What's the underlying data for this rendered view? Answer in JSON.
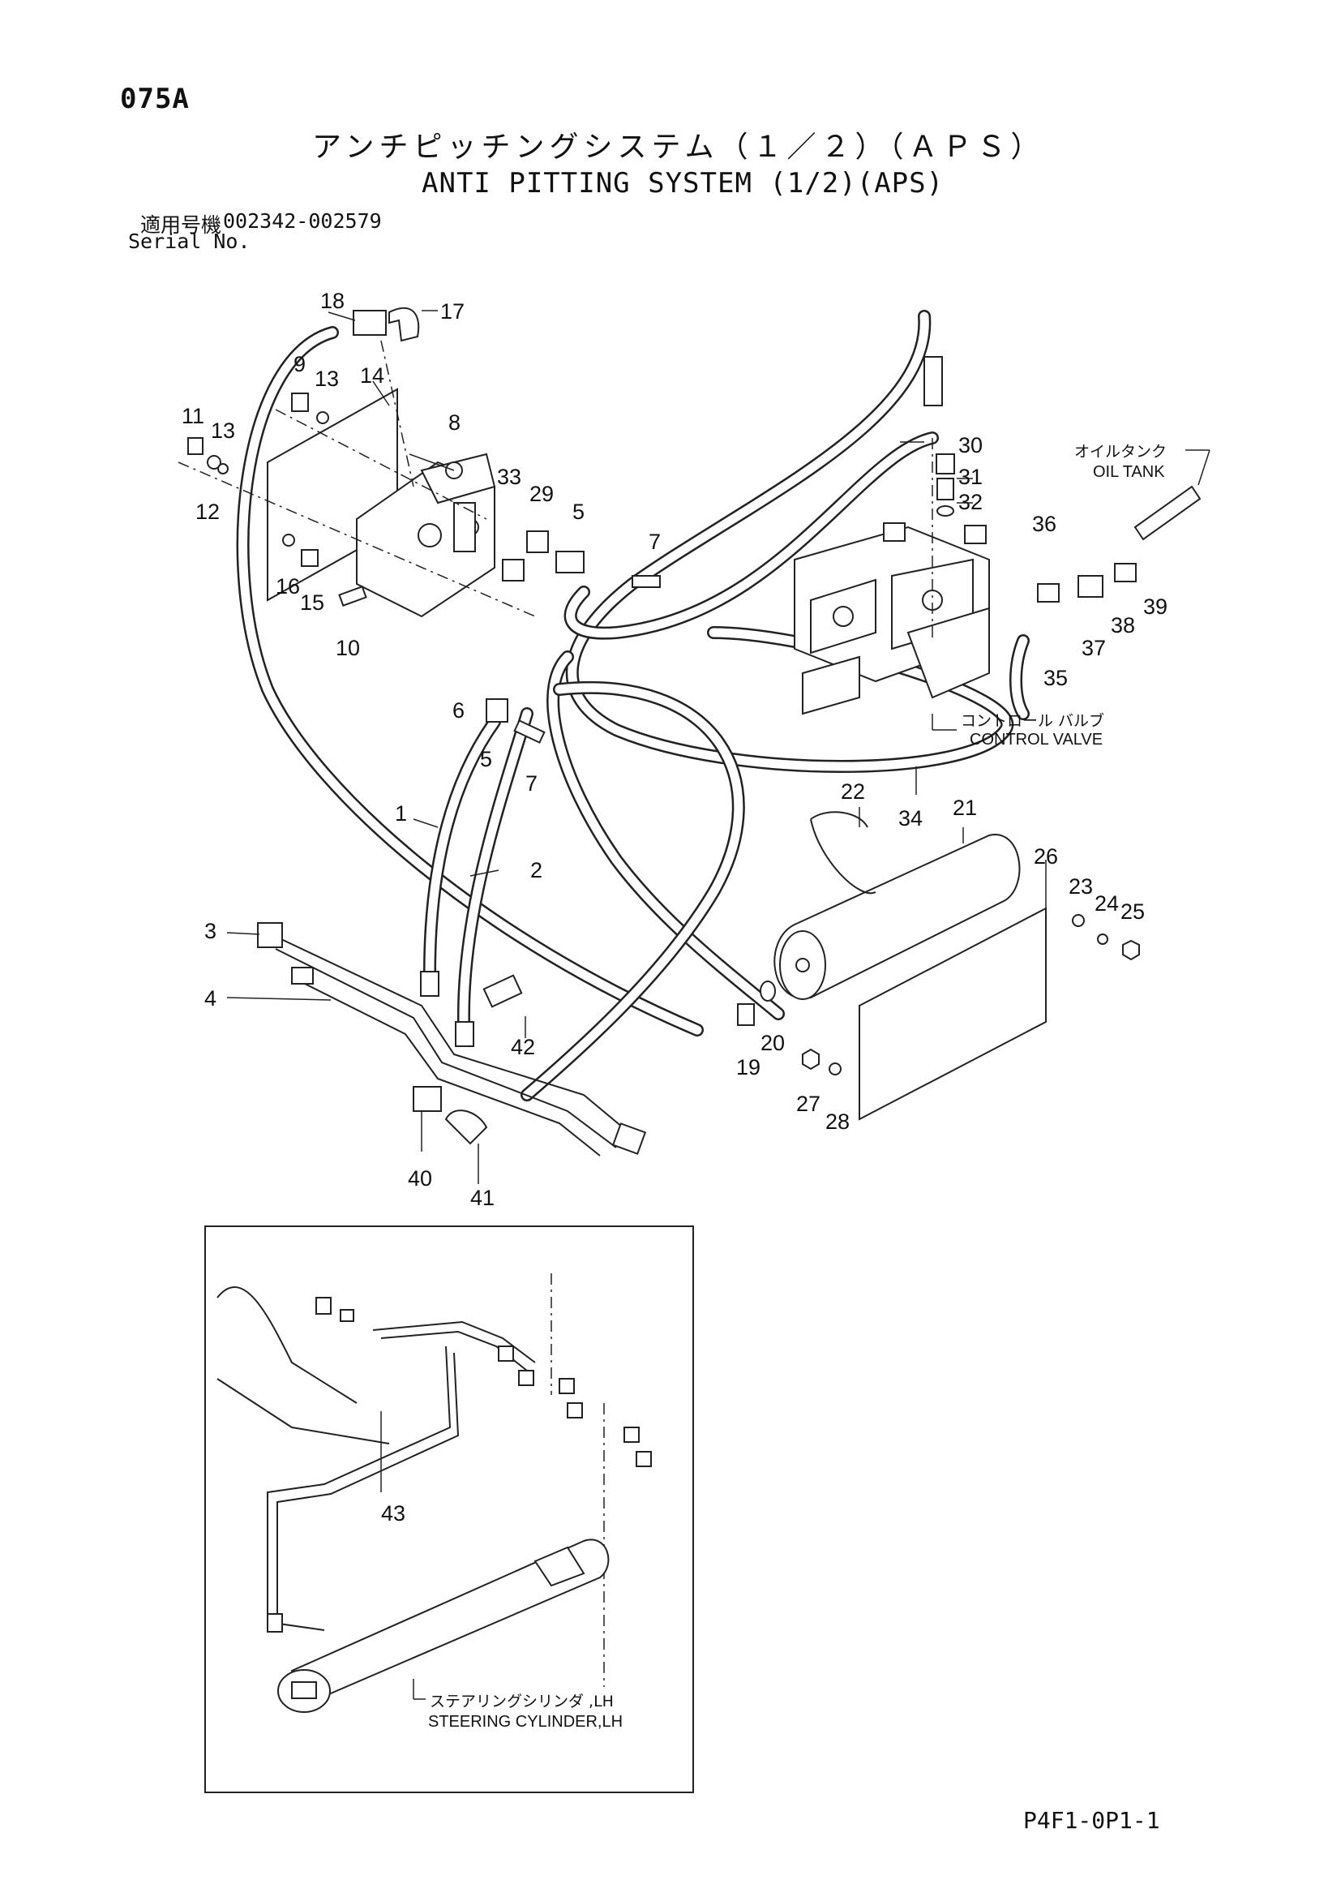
{
  "header": {
    "page_code": "075A",
    "title_jp": "アンチピッチングシステム（１／２）（ＡＰＳ）",
    "title_en": "ANTI PITTING SYSTEM (1/2)(APS)",
    "serial_label_jp": "適用号機",
    "serial_label_en": "Serial No.",
    "serial_range": "002342-002579"
  },
  "labels": {
    "oil_tank_jp": "オイルタンク",
    "oil_tank_en": "OIL TANK",
    "control_valve_jp": "コントロール バルブ",
    "control_valve_en": "CONTROL  VALVE",
    "steering_jp": "ステアリングシリンダ ,LH",
    "steering_en": "STEERING CYLINDER,LH"
  },
  "callouts": [
    "1",
    "2",
    "3",
    "4",
    "5",
    "5",
    "6",
    "7",
    "7",
    "8",
    "9",
    "10",
    "11",
    "12",
    "13",
    "13",
    "14",
    "15",
    "16",
    "17",
    "18",
    "19",
    "20",
    "21",
    "22",
    "23",
    "24",
    "25",
    "26",
    "27",
    "28",
    "29",
    "30",
    "31",
    "32",
    "33",
    "34",
    "35",
    "36",
    "37",
    "38",
    "39",
    "40",
    "41",
    "42",
    "43"
  ],
  "footer": {
    "page_ref": "P4F1-0P1-1"
  }
}
